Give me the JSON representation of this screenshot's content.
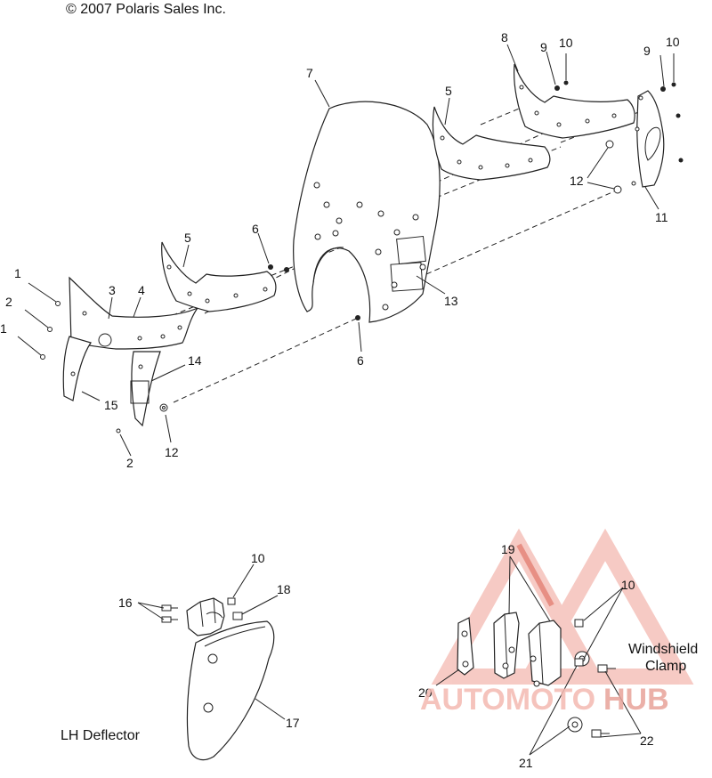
{
  "copyright": "© 2007 Polaris Sales Inc.",
  "captions": {
    "lh_deflector": "LH Deflector",
    "windshield_clamp_line1": "Windshield",
    "windshield_clamp_line2": "Clamp"
  },
  "watermark": {
    "text_part1": "AUTOMOTO",
    "text_part2": "HUB",
    "color_main": "#f4b9b1",
    "color_accent": "#e06a5c"
  },
  "callouts": {
    "c1a": "1",
    "c1b": "1",
    "c2a": "2",
    "c2b": "2",
    "c3": "3",
    "c4": "4",
    "c5a": "5",
    "c5b": "5",
    "c6a": "6",
    "c6b": "6",
    "c7": "7",
    "c8": "8",
    "c9a": "9",
    "c9b": "9",
    "c10a": "10",
    "c10b": "10",
    "c10c": "10",
    "c10d": "10",
    "c11": "11",
    "c12a": "12",
    "c12b": "12",
    "c13": "13",
    "c14": "14",
    "c15": "15",
    "c16": "16",
    "c17": "17",
    "c18": "18",
    "c19": "19",
    "c20": "20",
    "c21": "21",
    "c22": "22"
  }
}
